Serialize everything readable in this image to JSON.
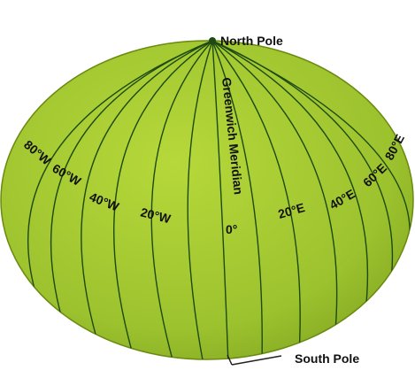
{
  "colors": {
    "globe_fill": "#9cc22e",
    "globe_edge": "#6a8a10",
    "meridian_line": "#1d4a12",
    "background": "#ffffff",
    "label": "#111111"
  },
  "labels": {
    "north_pole": "North Pole",
    "south_pole": "South Pole",
    "greenwich_meridian": "Greenwich Meridian",
    "zero": "0°",
    "w80": "80°W",
    "w60": "60°W",
    "w40": "40°W",
    "w20": "20°W",
    "e20": "20°E",
    "e40": "40°E",
    "e60": "60°E",
    "e80": "80°E"
  }
}
